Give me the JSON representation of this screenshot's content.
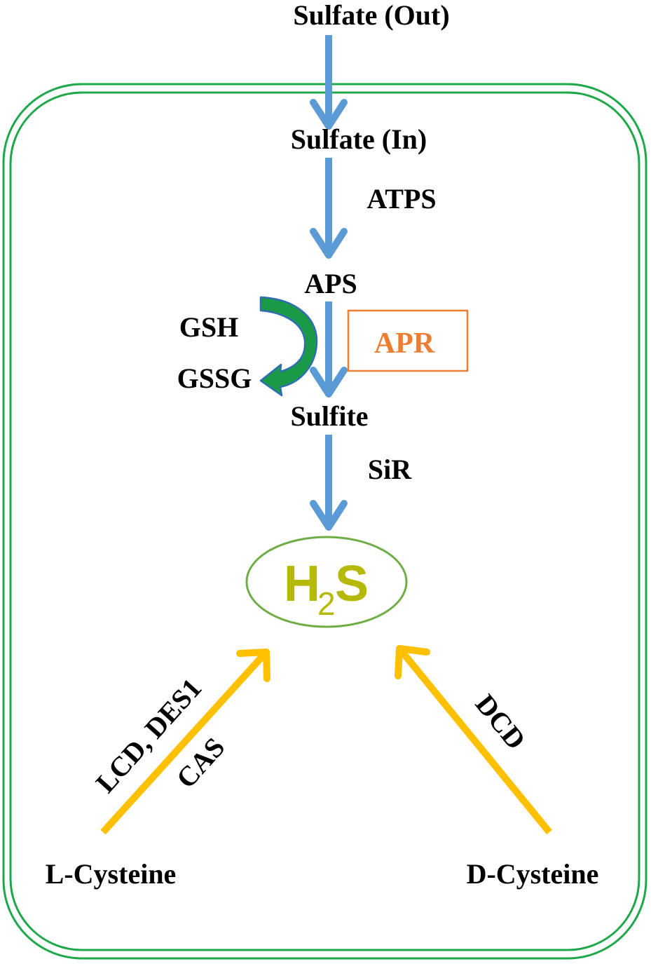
{
  "nodes": {
    "sulfate_out": "Sulfate (Out)",
    "sulfate_in": "Sulfate (In)",
    "aps": "APS",
    "sulfite": "Sulfite",
    "l_cysteine": "L-Cysteine",
    "d_cysteine": "D-Cysteine",
    "gsh": "GSH",
    "gssg": "GSSG"
  },
  "enzymes": {
    "atps": "ATPS",
    "apr": "APR",
    "sir": "SiR",
    "lcd_des1": "LCD, DES1",
    "cas": "CAS",
    "dcd": "DCD"
  },
  "h2s": {
    "h": "H",
    "sub": "2",
    "s": "S"
  },
  "colors": {
    "membrane": "#1ea84a",
    "pathway_arrow": "#5b9bd5",
    "cysteine_arrow": "#ffc000",
    "apr": "#ed7d31",
    "h2s_text": "#b5b90a",
    "h2s_ellipse": "#70ad47",
    "glutathione_arrow_fill": "#1a9a47",
    "glutathione_arrow_stroke": "#2e6db4"
  }
}
